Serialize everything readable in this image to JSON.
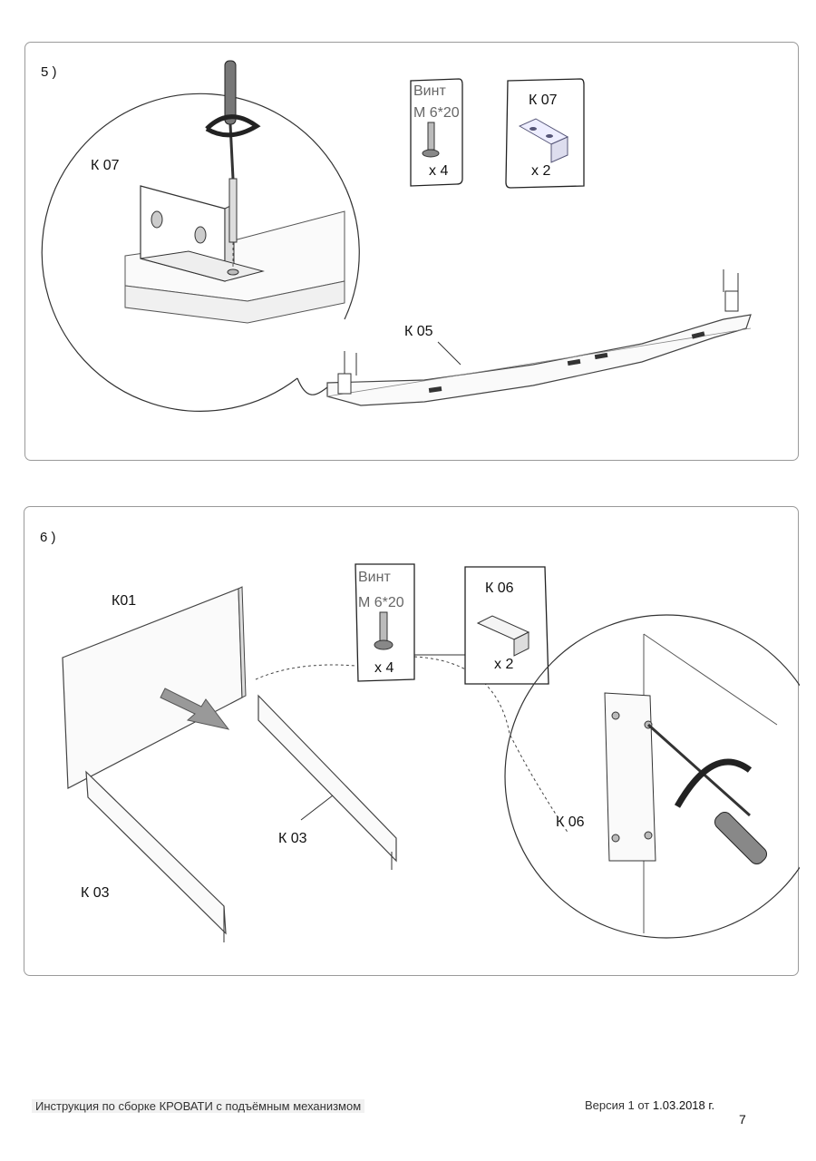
{
  "steps": [
    {
      "number": "5 )",
      "labels": {
        "bracket_zoom": "К 07",
        "rail": "К 05"
      },
      "hardware": [
        {
          "name": "Винт",
          "size": "М 6*20",
          "qty": "х 4",
          "icon": "screw-icon"
        },
        {
          "name": "К 07",
          "qty": "х 2",
          "icon": "angle-bracket-icon"
        }
      ]
    },
    {
      "number": "6 )",
      "labels": {
        "headboard": "К01",
        "side_rail_right": "К 03",
        "side_rail_left": "К 03",
        "bracket_zoom": "К 06"
      },
      "hardware": [
        {
          "name": "Винт",
          "size": "М 6*20",
          "qty": "х 4",
          "icon": "screw-icon"
        },
        {
          "name": "К 06",
          "qty": "х 2",
          "icon": "angle-bracket-icon"
        }
      ]
    }
  ],
  "footer": {
    "title": "Инструкция по сборке КРОВАТИ с подъёмным механизмом",
    "version_prefix": "Версия 1 от",
    "version_date": "1.03.2018 г.",
    "page_number": "7"
  }
}
